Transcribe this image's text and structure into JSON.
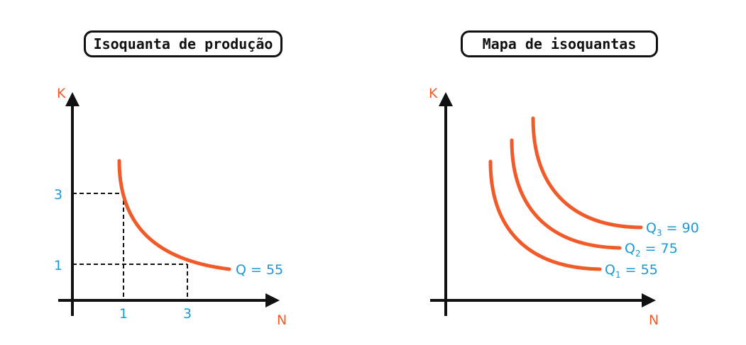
{
  "colors": {
    "curve": "#f15a29",
    "axis": "#111111",
    "label_orange": "#f15a29",
    "label_blue": "#1a9ad6"
  },
  "left_panel": {
    "title": "Isoquanta de produção",
    "y_axis_label": "K",
    "x_axis_label": "N",
    "y_ticks": [
      "3",
      "1"
    ],
    "x_ticks": [
      "1",
      "3"
    ],
    "curve_label": "Q = 55"
  },
  "right_panel": {
    "title": "Mapa de isoquantas",
    "y_axis_label": "K",
    "x_axis_label": "N",
    "curves": [
      {
        "letter": "Q",
        "sub": "1",
        "rest": " = 55"
      },
      {
        "letter": "Q",
        "sub": "2",
        "rest": " = 75"
      },
      {
        "letter": "Q",
        "sub": "3",
        "rest": " = 90"
      }
    ]
  }
}
